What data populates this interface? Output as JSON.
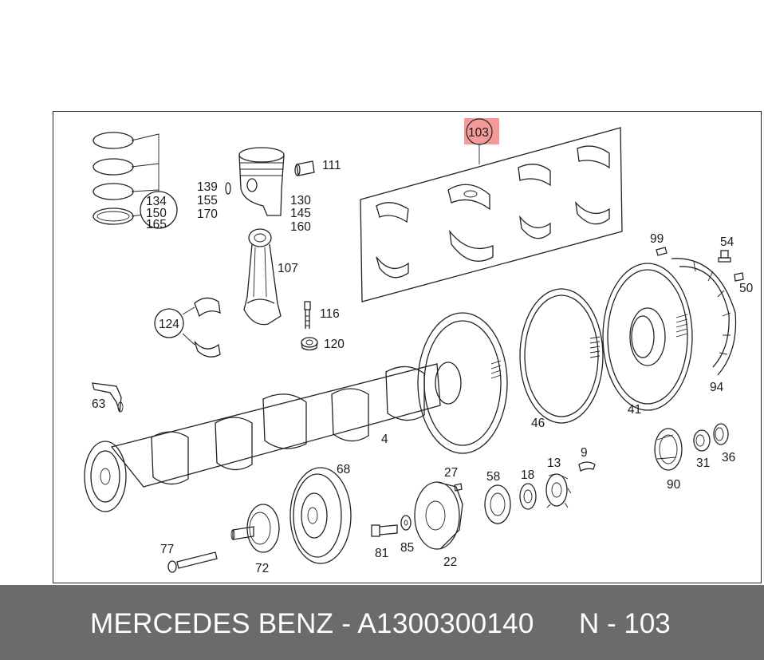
{
  "footer": {
    "part_text": "MERCEDES BENZ - A1300300140",
    "ref_text": "N - 103"
  },
  "highlight": {
    "label": "103",
    "color": "#f49a9a"
  },
  "callouts": {
    "c103": "103",
    "c111": "111",
    "c139": "139",
    "c155": "155",
    "c170": "170",
    "c130": "130",
    "c145": "145",
    "c160": "160",
    "c134": "134",
    "c150": "150",
    "c165": "165",
    "c107": "107",
    "c124": "124",
    "c116": "116",
    "c120": "120",
    "c99": "99",
    "c54": "54",
    "c50": "50",
    "c94": "94",
    "c63": "63",
    "c4": "4",
    "c46": "46",
    "c41": "41",
    "c90": "90",
    "c31": "31",
    "c36": "36",
    "c68": "68",
    "c27": "27",
    "c58": "58",
    "c18": "18",
    "c13": "13",
    "c9": "9",
    "c77": "77",
    "c72": "72",
    "c81": "81",
    "c85": "85",
    "c22": "22"
  }
}
